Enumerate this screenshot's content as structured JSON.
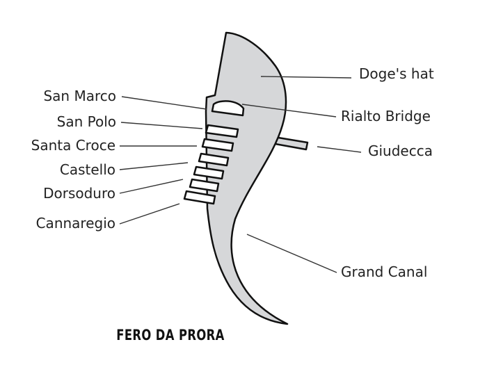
{
  "title": "FERO DA PRORA",
  "colors": {
    "fill": "#d6d7d9",
    "outline": "#111111",
    "text": "#222222"
  },
  "labels": {
    "doges_hat": "Doge's hat",
    "rialto_bridge": "Rialto Bridge",
    "giudecca": "Giudecca",
    "grand_canal": "Grand Canal",
    "san_marco": "San Marco",
    "san_polo": "San Polo",
    "santa_croce": "Santa Croce",
    "castello": "Castello",
    "dorsoduro": "Dorsoduro",
    "cannaregio": "Cannaregio"
  }
}
